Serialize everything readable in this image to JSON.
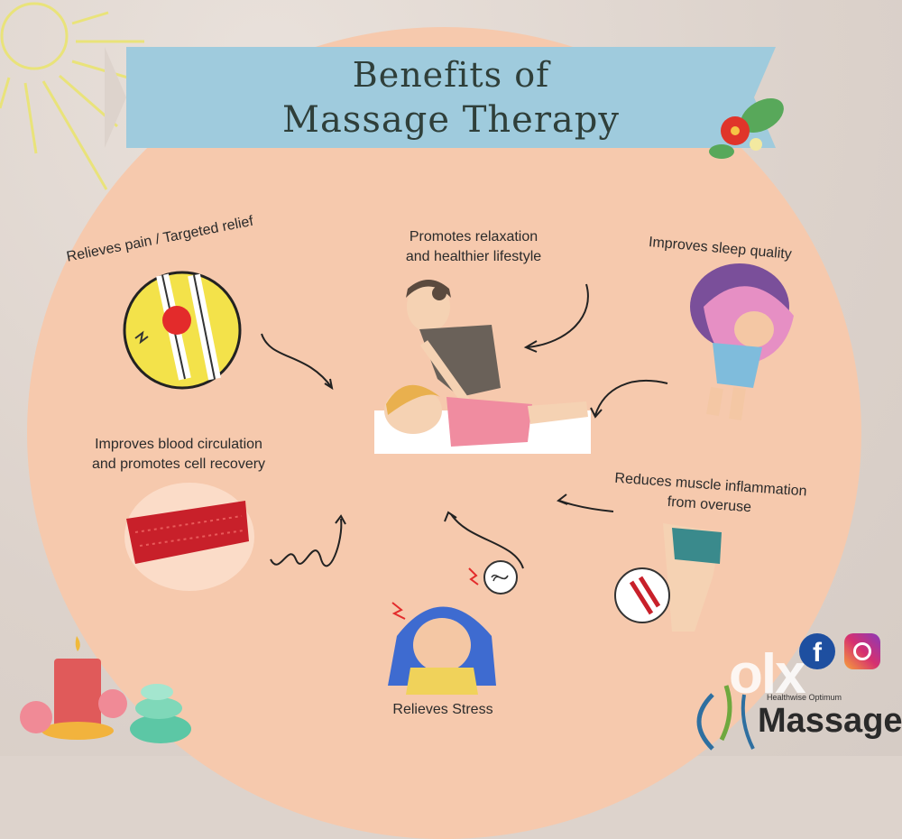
{
  "title": {
    "line1": "Benefits of",
    "line2": "Massage Therapy"
  },
  "benefits": {
    "pain": "Relieves pain / Targeted relief",
    "relax_line1": "Promotes relaxation",
    "relax_line2": "and healthier lifestyle",
    "sleep": "Improves sleep quality",
    "blood_line1": "Improves blood circulation",
    "blood_line2": "and promotes cell recovery",
    "muscle_line1": "Reduces muscle inflammation",
    "muscle_line2": "from overuse",
    "stress": "Relieves Stress"
  },
  "brand": {
    "small": "Healthwise Optimum",
    "name": "Massage",
    "watermark": "olx",
    "facebook": "f"
  },
  "icons": [
    "sun-icon",
    "flower-icon",
    "knee-icon",
    "massage-scene-icon",
    "sleeping-woman-icon",
    "blood-vessel-icon",
    "leg-icon",
    "stressed-woman-icon",
    "candle-icon",
    "stones-icon",
    "facebook-icon",
    "instagram-icon"
  ]
}
